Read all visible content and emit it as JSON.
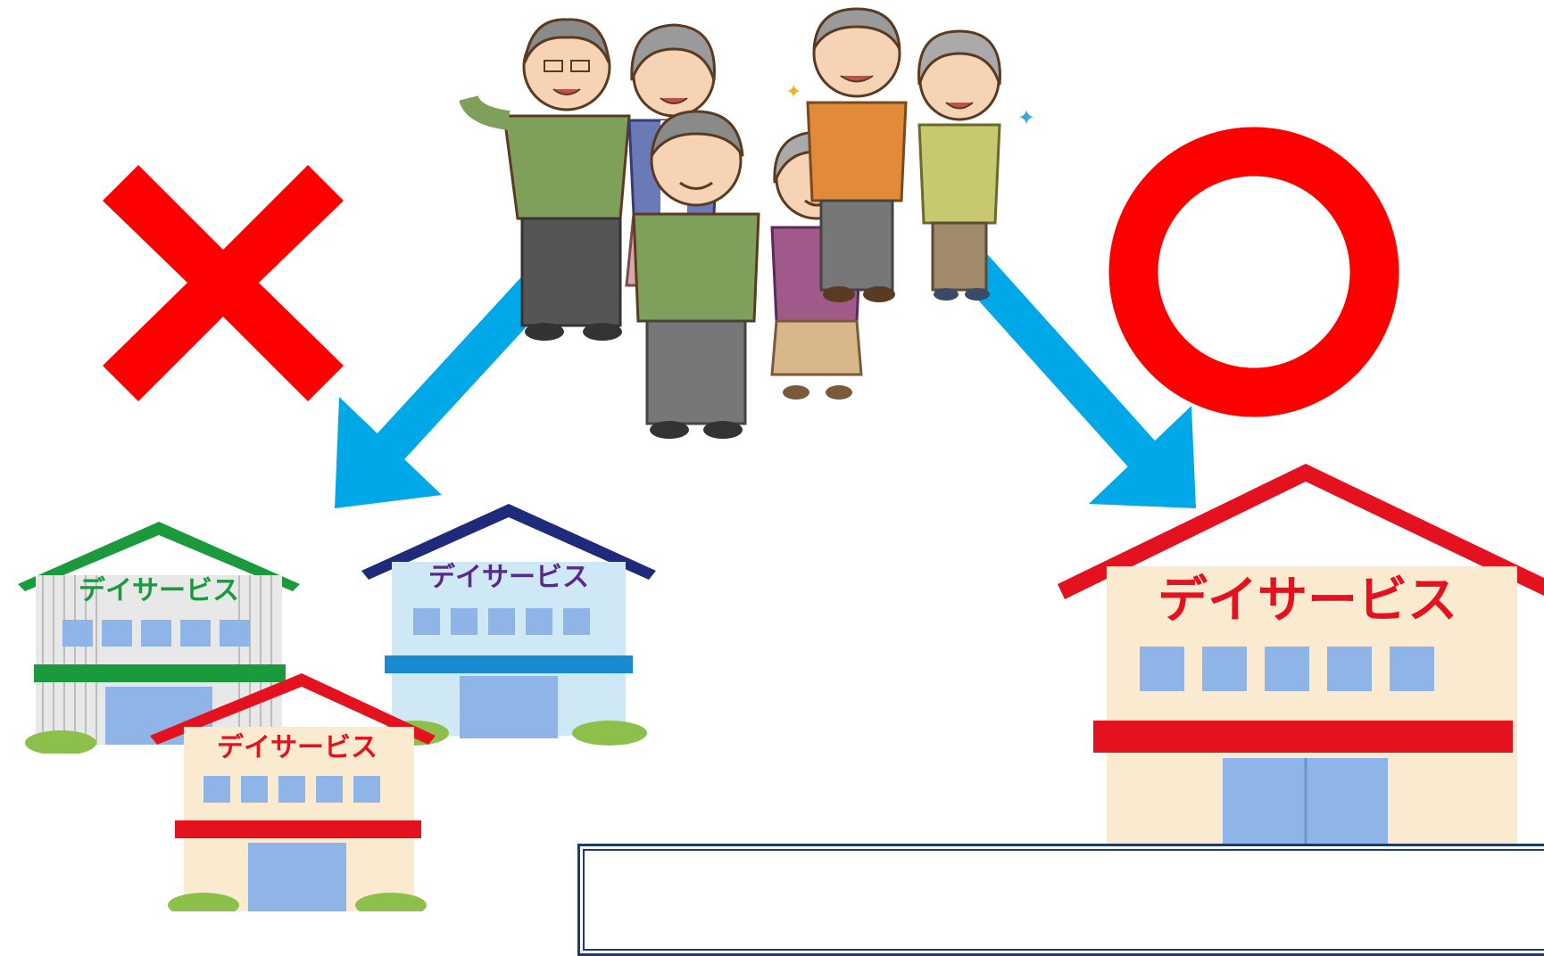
{
  "colors": {
    "cross": "#ff0000",
    "circle": "#ff0000",
    "arrow": "#00a8e8",
    "roof_green": "#1a9a3c",
    "roof_navy": "#1f2a7a",
    "roof_red": "#e4121e",
    "text_green": "#1a9a3c",
    "text_purple": "#5a2a8a",
    "text_red": "#e4121e"
  },
  "marks": {
    "bad": "cross-mark",
    "good": "circle-mark"
  },
  "buildings": {
    "green": {
      "label": "デイサービス"
    },
    "blue": {
      "label": "デイサービス"
    },
    "red_small": {
      "label": "デイサービス"
    },
    "red_large": {
      "label": "デイサービス"
    }
  },
  "people": [
    "elderly-group"
  ]
}
